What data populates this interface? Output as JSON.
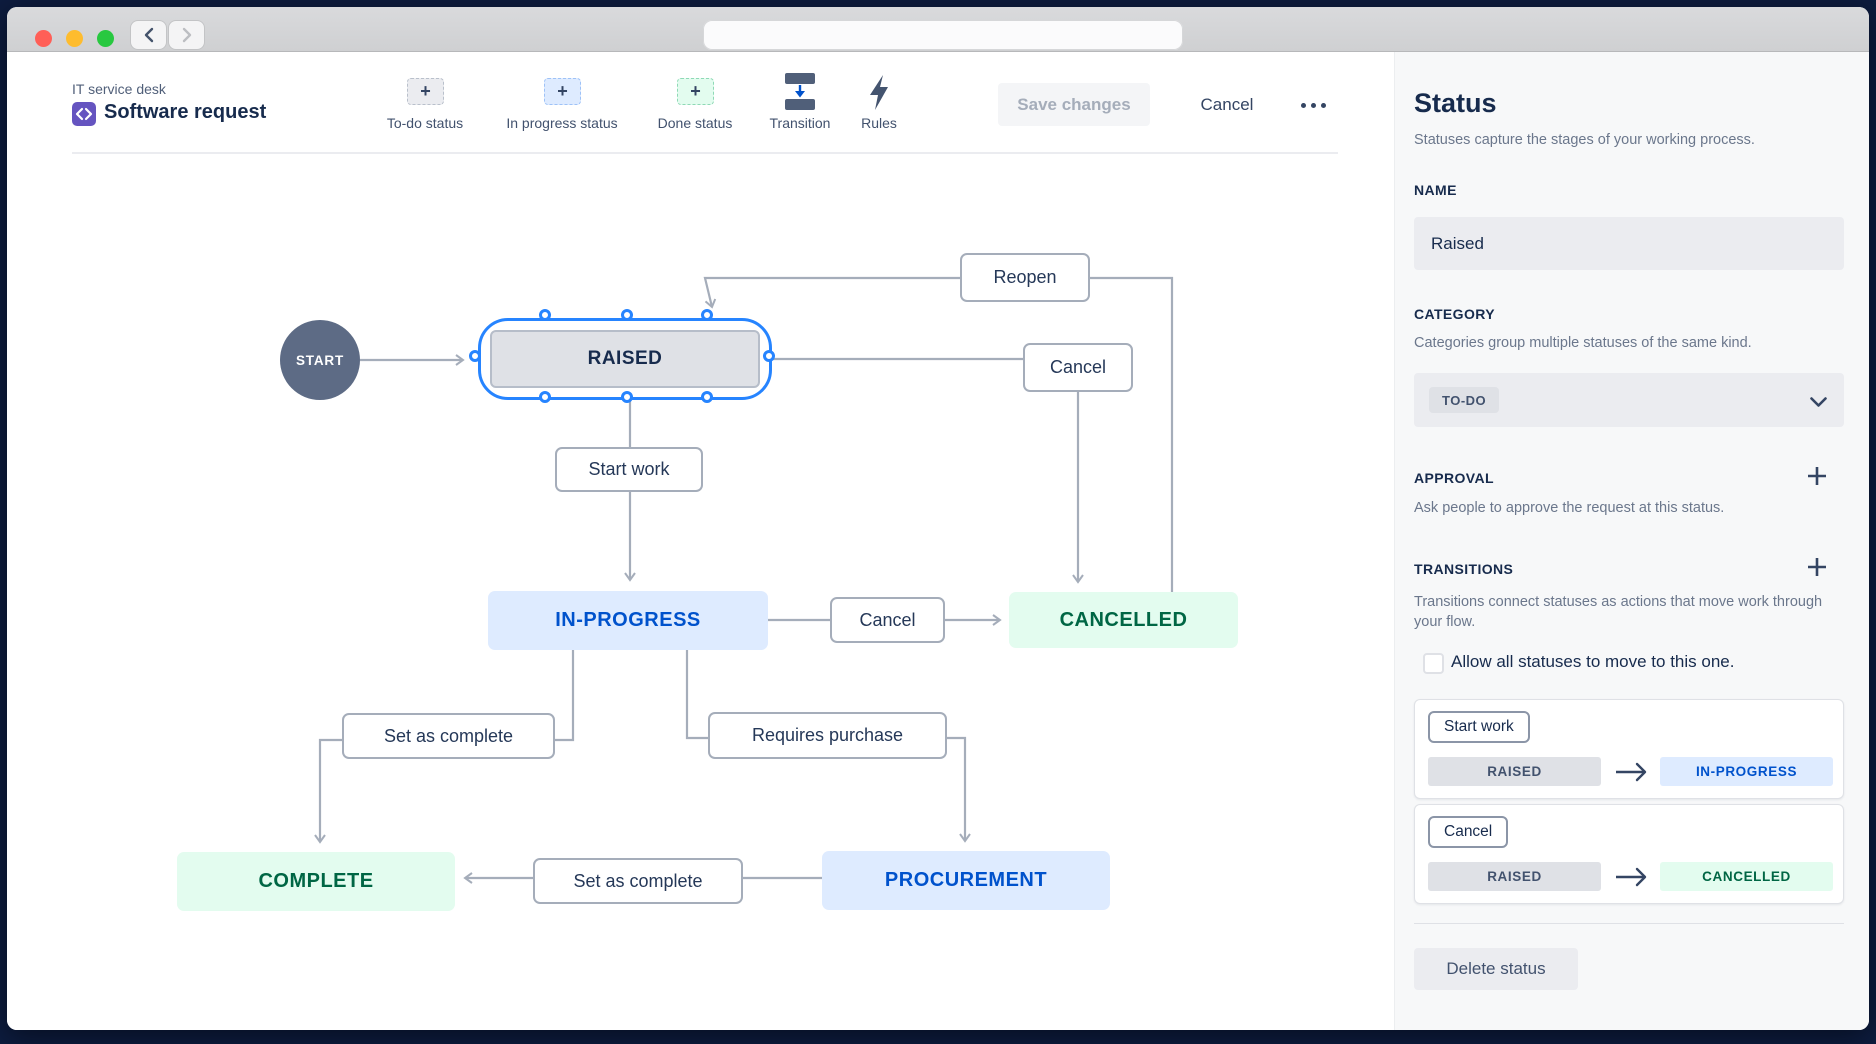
{
  "glyphs": {
    "plus": "+"
  },
  "colors": {
    "selection_blue": "#2684ff",
    "status_blue_bg": "#deebff",
    "status_blue_text": "#0052cc",
    "status_green_bg": "#e3fcef",
    "status_green_text": "#006644",
    "status_gray_bg": "#dfe1e6",
    "panel_bg": "#f7f8f9",
    "edge_gray": "#a5adba"
  },
  "header": {
    "project_label": "IT service desk",
    "workflow_title": "Software request",
    "toolbar": {
      "todo_status_label": "To-do status",
      "in_progress_status_label": "In progress status",
      "done_status_label": "Done status",
      "transition_label": "Transition",
      "rules_label": "Rules",
      "save_label": "Save changes",
      "cancel_label": "Cancel"
    }
  },
  "diagram": {
    "start_label": "START",
    "nodes": {
      "raised": "RAISED",
      "in_progress": "IN-PROGRESS",
      "cancelled": "CANCELLED",
      "complete": "COMPLETE",
      "procurement": "PROCUREMENT"
    },
    "edges": {
      "reopen": "Reopen",
      "cancel_from_raised": "Cancel",
      "start_work": "Start work",
      "cancel_from_in_progress": "Cancel",
      "set_as_complete_left": "Set as complete",
      "requires_purchase": "Requires purchase",
      "set_as_complete_bottom": "Set as complete"
    }
  },
  "panel": {
    "title": "Status",
    "subtitle": "Statuses capture the stages of your working process.",
    "name_label": "NAME",
    "name_value": "Raised",
    "category_label": "CATEGORY",
    "category_desc": "Categories group multiple statuses of the same kind.",
    "category_value": "TO-DO",
    "approval_label": "APPROVAL",
    "approval_desc": "Ask people to approve the request at this status.",
    "transitions_label": "TRANSITIONS",
    "transitions_desc": "Transitions connect statuses as actions that move work through your flow.",
    "allow_all_label": "Allow all statuses to move to this one.",
    "cards": [
      {
        "name": "Start work",
        "from": "RAISED",
        "to": "IN-PROGRESS"
      },
      {
        "name": "Cancel",
        "from": "RAISED",
        "to": "CANCELLED"
      }
    ],
    "delete_label": "Delete status"
  }
}
